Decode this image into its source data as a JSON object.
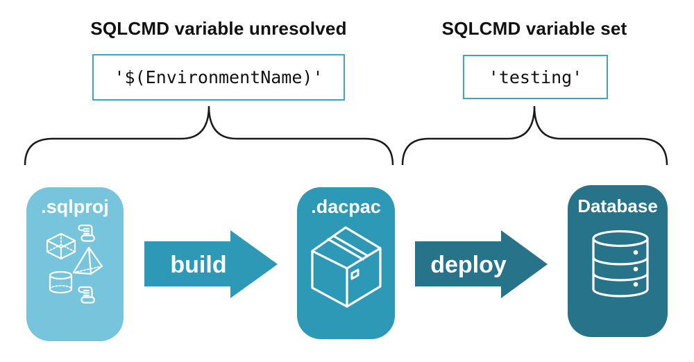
{
  "annotations": {
    "left": {
      "heading": "SQLCMD variable unresolved",
      "code": "'$(EnvironmentName)'"
    },
    "right": {
      "heading": "SQLCMD variable set",
      "code": "'testing'"
    }
  },
  "pipeline": {
    "stages": [
      {
        "label": ".sqlproj",
        "icons": [
          "scroll-icon",
          "cube-icon",
          "pyramid-icon",
          "cylinder-icon",
          "scroll-icon"
        ],
        "color": "#76C5DC"
      },
      {
        "label": ".dacpac",
        "icons": [
          "package-box-icon"
        ],
        "color": "#2E99B7"
      },
      {
        "label": "Database",
        "icons": [
          "database-icon"
        ],
        "color": "#26738A"
      }
    ],
    "arrows": [
      {
        "label": "build",
        "color": "#2E99B7"
      },
      {
        "label": "deploy",
        "color": "#26738A"
      }
    ]
  },
  "colors": {
    "light_teal": "#76C5DC",
    "mid_teal": "#2E99B7",
    "dark_teal": "#26738A",
    "code_box_border": "#3FA3C1",
    "text": "#111111",
    "icon_stroke": "#FFFFFF",
    "background": "#FFFFFF"
  }
}
